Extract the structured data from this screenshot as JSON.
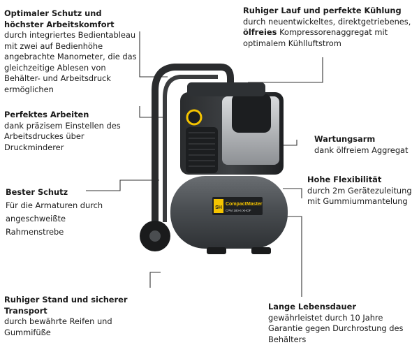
{
  "callouts": {
    "schutz": {
      "title": "Optimaler Schutz und höchster Arbeitskomfort",
      "body": "durch integriertes Bedientableau mit zwei auf Bedienhöhe angebrachte Manometer, die das gleichzeitige Ablesen von Behälter- und Arbeitsdruck ermöglichen"
    },
    "lauf": {
      "title": "Ruhiger Lauf und perfekte Kühlung",
      "body_lead": "durch neuentwickeltes, direktgetriebenes,",
      "body_bold": "ölfreies",
      "body_tail": "Kompressorenaggregat mit optimalem Kühlluftstrom"
    },
    "arbeiten": {
      "title": "Perfektes Arbeiten",
      "body": "dank präzisem Einstellen des Arbeitsdruckes über Druckminderer"
    },
    "wartung": {
      "title": "Wartungsarm",
      "body": "dank ölfreiem Aggregat"
    },
    "flex": {
      "title": "Hohe Flexibilität",
      "body": "durch 2m Gerätezuleitung mit Gummiummantelung"
    },
    "bester": {
      "title": "Bester Schutz",
      "body": "Für die Armaturen durch angeschweißte Rahmenstrebe"
    },
    "stand": {
      "title": "Ruhiger Stand und sicherer Transport",
      "body": "durch bewährte Reifen und Gummifüße"
    },
    "lebensdauer": {
      "title": "Lange Lebensdauer",
      "body": "gewährleistet durch 10 Jahre Garantie gegen Durchrostung des Behälters"
    }
  },
  "product": {
    "brand_label": "CompactMaster",
    "model_label": "CPM 180-6 XHOF",
    "plate_label": "SH"
  },
  "colors": {
    "line": "#333333",
    "accent_yellow": "#f5c400",
    "tank": "#4a4e52",
    "frame": "#2a2c2e"
  }
}
